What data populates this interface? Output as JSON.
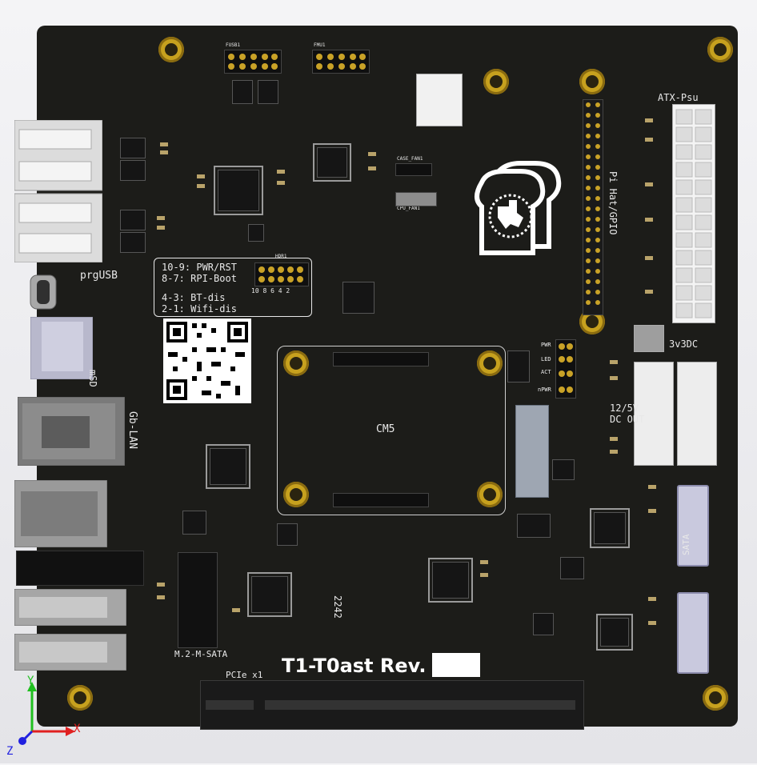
{
  "board": {
    "title": "T1-T0ast Rev.",
    "date_code": "2242",
    "cm_label": "CM5"
  },
  "silkscreen": {
    "header_notes": {
      "line1": "10-9: PWR/RST",
      "line2": "8-7: RPI-Boot",
      "line3": "4-3: BT-dis",
      "line4": "2-1: Wifi-dis",
      "pin_numbers": "10  8  6  4  2"
    },
    "prgusb": "prgUSB",
    "msd": "mSD",
    "gb_lan": "Gb-LAN",
    "pi_hat": "Pi Hat/GPIO",
    "atx_psu": "ATX-Psu",
    "v3dc": "3v3DC",
    "dc_out_line1": "12/5V",
    "dc_out_line2": "DC OUT",
    "sata": "SATA",
    "m2_sata": "M.2-M-SATA",
    "pcie": "PCIe x1",
    "leds": [
      "PWR",
      "LED",
      "ACT",
      "nPWR"
    ],
    "fusb": "FUSB1",
    "fmu": "FMU1",
    "case_fan": "CASE_FAN1",
    "cpu_fan": "CPU_FAN1",
    "hdr1": "HDR1"
  },
  "axes": {
    "x": "X",
    "y": "Y",
    "z": "Z"
  },
  "colors": {
    "pcb": "#1c1c19",
    "silkscreen": "#e8e8e8",
    "gold": "#c7a11e",
    "axis_x": "#e02020",
    "axis_y": "#20c020",
    "axis_z": "#2020e0"
  }
}
